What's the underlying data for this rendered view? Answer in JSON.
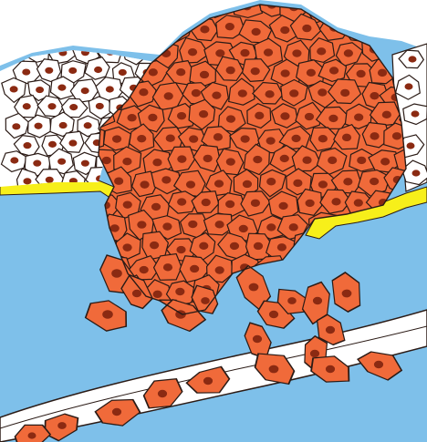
{
  "illustration": {
    "colors": {
      "background": "#ffffff",
      "stroma": "#7ec0ea",
      "basement_membrane": "#f7ef1a",
      "normal_cell_fill": "#ffffff",
      "tumor_cell_fill": "#f06a3a",
      "nucleus": "#8b2a12",
      "outline": "#2b1b16",
      "vessel_wall": "#ffffff"
    },
    "regions": [
      {
        "name": "normal-epithelium",
        "cell_fill": "normal_cell_fill"
      },
      {
        "name": "tumor-mass",
        "cell_fill": "tumor_cell_fill"
      },
      {
        "name": "basement-membrane",
        "fill": "basement_membrane"
      },
      {
        "name": "connective-tissue-stroma",
        "fill": "stroma"
      },
      {
        "name": "blood-vessel",
        "fill": "vessel_wall"
      }
    ]
  }
}
